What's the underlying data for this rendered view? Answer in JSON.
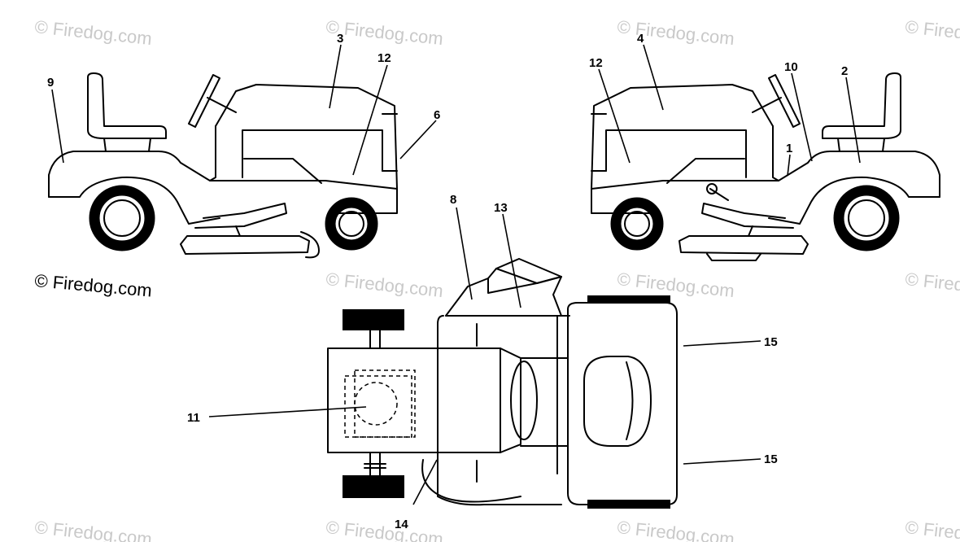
{
  "credit": "© Firedog.com",
  "watermark": "© Firedog.com",
  "callouts": {
    "c1": "1",
    "c2": "2",
    "c3": "3",
    "c4": "4",
    "c6": "6",
    "c8": "8",
    "c9": "9",
    "c10": "10",
    "c11": "11",
    "c12a": "12",
    "c12b": "12",
    "c13": "13",
    "c14": "14",
    "c15a": "15",
    "c15b": "15"
  }
}
